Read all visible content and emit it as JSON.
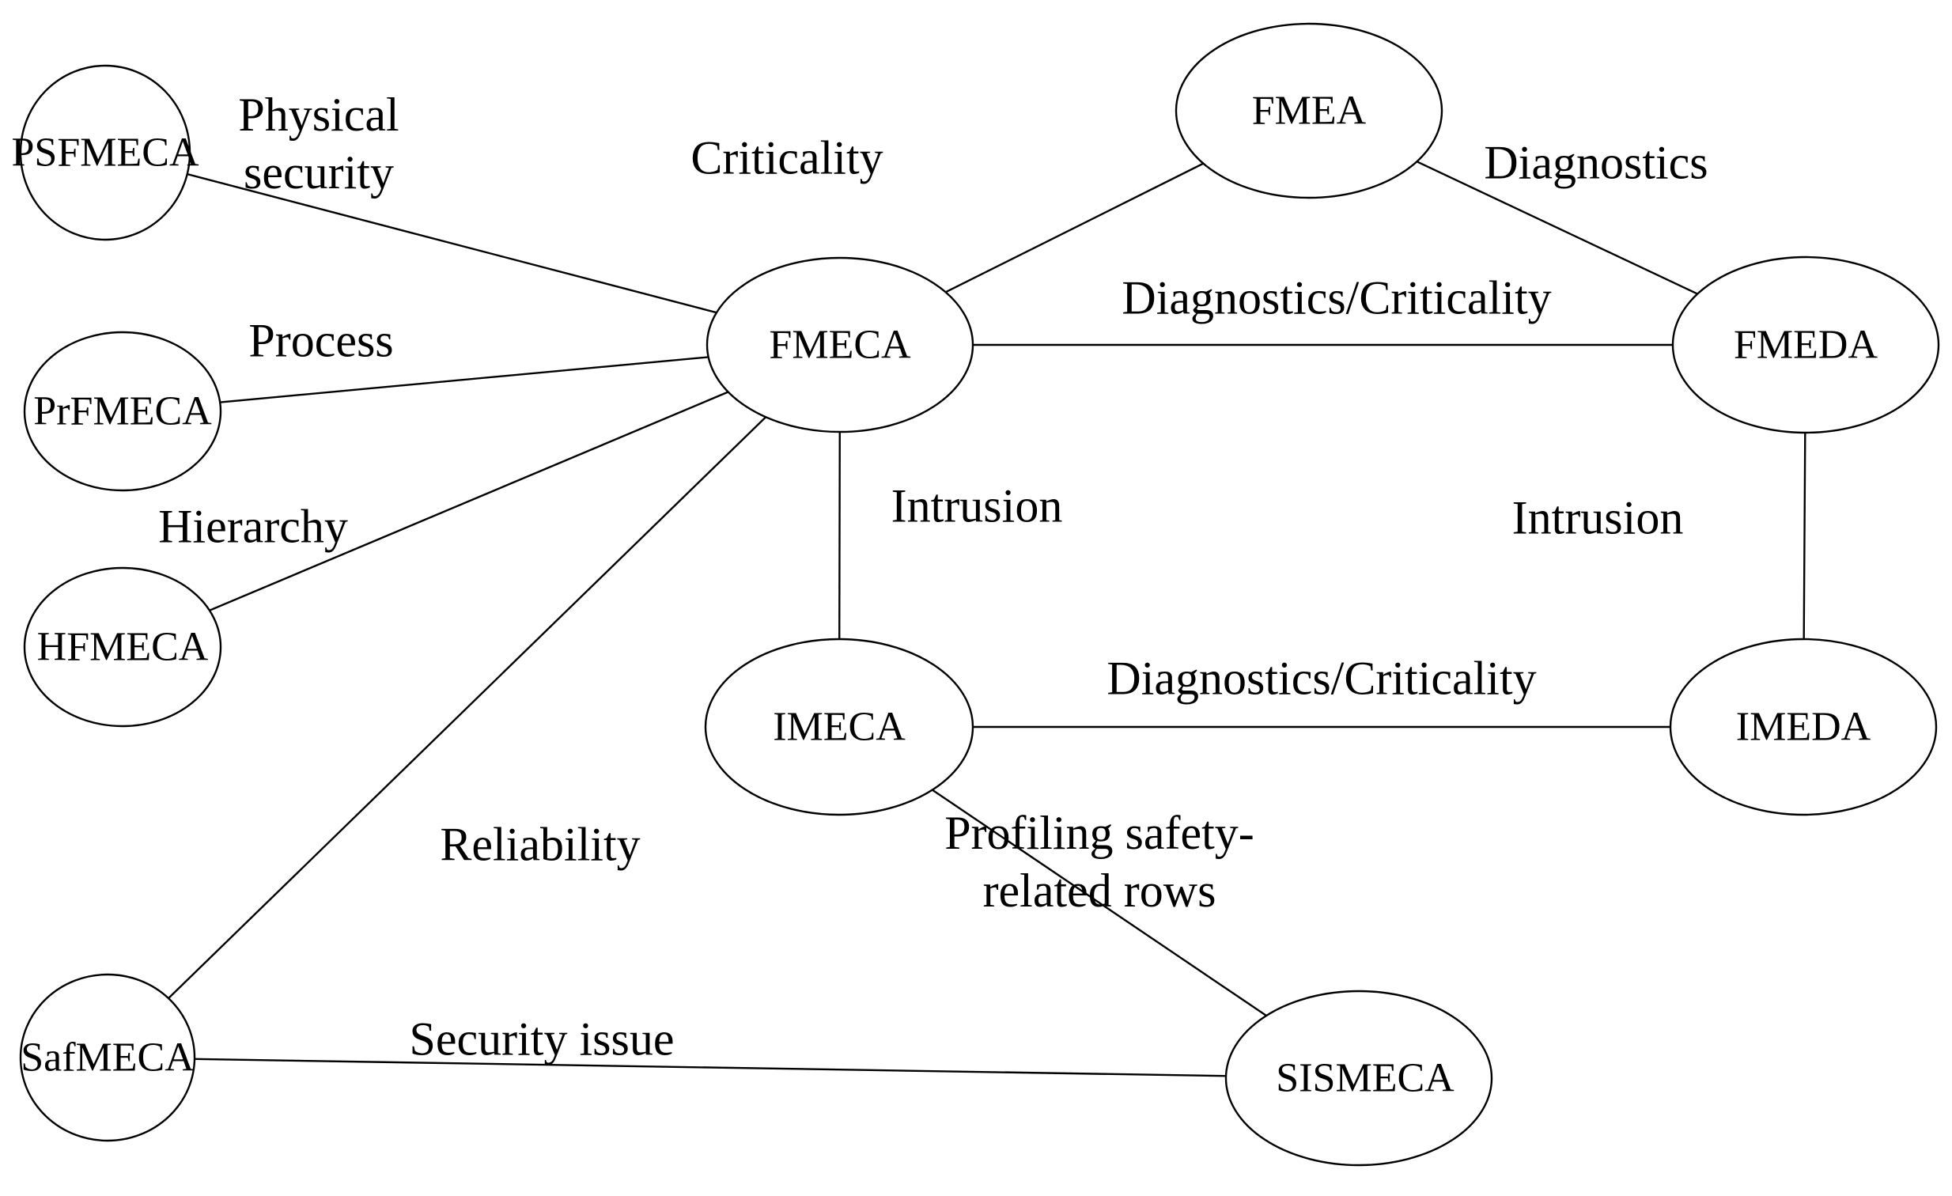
{
  "diagram": {
    "title": "FMECA technique family relationship diagram",
    "background_color": "#ffffff",
    "stroke_color": "#000000",
    "nodes": [
      {
        "id": "psfmeca",
        "label": "PSFMECA"
      },
      {
        "id": "prfmeca",
        "label": "PrFMECA"
      },
      {
        "id": "hfmeca",
        "label": "HFMECA"
      },
      {
        "id": "safmeca",
        "label": "SafMECA"
      },
      {
        "id": "fmeca",
        "label": "FMECA"
      },
      {
        "id": "fmea",
        "label": "FMEA"
      },
      {
        "id": "fmeda",
        "label": "FMEDA"
      },
      {
        "id": "imeca",
        "label": "IMECA"
      },
      {
        "id": "imeda",
        "label": "IMEDA"
      },
      {
        "id": "sismeca",
        "label": "SISMECA"
      }
    ],
    "edges": [
      {
        "from": "PSFMECA",
        "to": "FMECA",
        "label": "Physical\nsecurity"
      },
      {
        "from": "PrFMECA",
        "to": "FMECA",
        "label": "Process"
      },
      {
        "from": "HFMECA",
        "to": "FMECA",
        "label": "Hierarchy"
      },
      {
        "from": "SafMECA",
        "to": "FMECA",
        "label": "Reliability"
      },
      {
        "from": "FMECA",
        "to": "FMEA",
        "label": "Criticality"
      },
      {
        "from": "FMEA",
        "to": "FMEDA",
        "label": "Diagnostics"
      },
      {
        "from": "FMECA",
        "to": "FMEDA",
        "label": "Diagnostics/Criticality"
      },
      {
        "from": "FMECA",
        "to": "IMECA",
        "label": "Intrusion"
      },
      {
        "from": "FMEDA",
        "to": "IMEDA",
        "label": "Intrusion"
      },
      {
        "from": "IMECA",
        "to": "IMEDA",
        "label": "Diagnostics/Criticality"
      },
      {
        "from": "IMECA",
        "to": "SISMECA",
        "label": "Profiling safety-\nrelated rows"
      },
      {
        "from": "SafMECA",
        "to": "SISMECA",
        "label": "Security issue"
      }
    ]
  }
}
